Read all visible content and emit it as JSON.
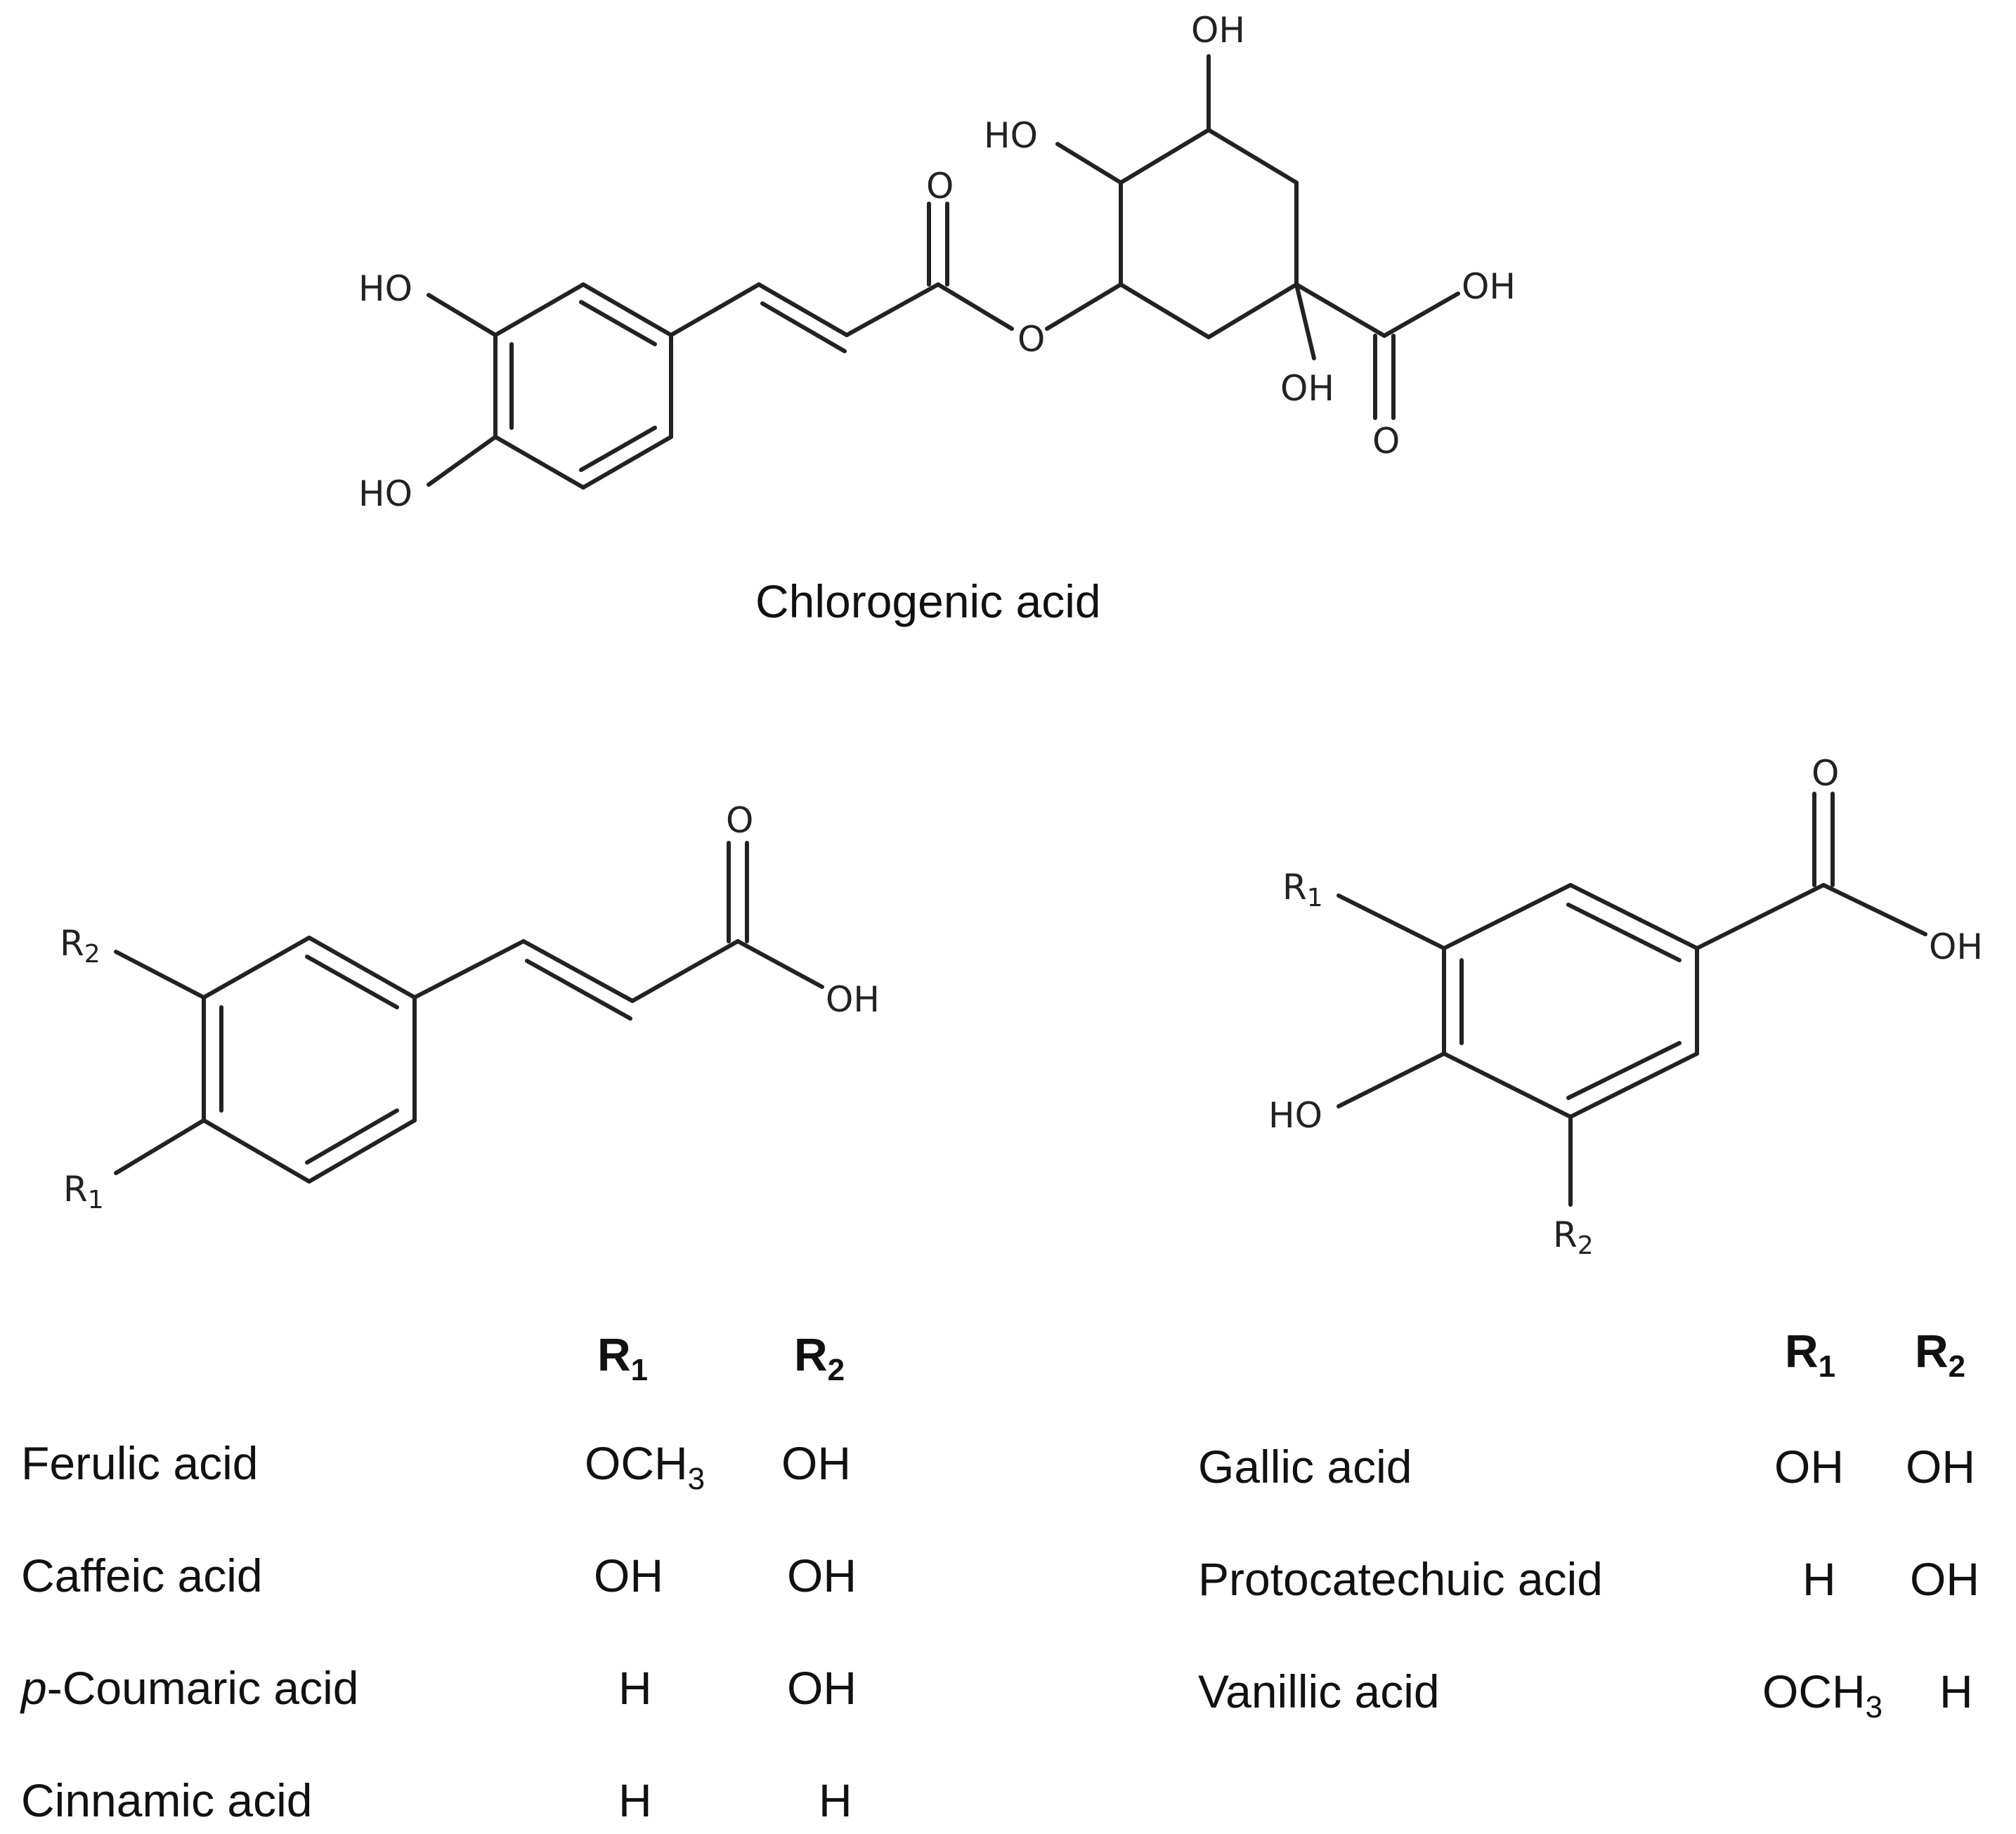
{
  "chlorogenic": {
    "caption": "Chlorogenic acid",
    "labels": {
      "ho_top": "HO",
      "ho_bottom": "HO",
      "o_carbonyl": "O",
      "o_ester": "O",
      "oh_top": "OH",
      "ho_ring": "HO",
      "oh_acid": "OH",
      "oh_quat": "OH",
      "o_acid": "O"
    }
  },
  "cinnamic_scaffold": {
    "labels": {
      "r2": "R",
      "r2_sub": "2",
      "r1": "R",
      "r1_sub": "1",
      "o": "O",
      "oh": "OH"
    }
  },
  "benzoic_scaffold": {
    "labels": {
      "r1": "R",
      "r1_sub": "1",
      "ho": "HO",
      "r2": "R",
      "r2_sub": "2",
      "o": "O",
      "oh": "OH"
    }
  },
  "left_table": {
    "head_r1": "R",
    "head_r1_sub": "1",
    "head_r2": "R",
    "head_r2_sub": "2",
    "rows": [
      {
        "prefix": "",
        "name": "Ferulic acid",
        "r1": "OCH",
        "r1_sub": "3",
        "r2": "OH"
      },
      {
        "prefix": "",
        "name": "Caffeic acid",
        "r1": "OH",
        "r1_sub": "",
        "r2": "OH"
      },
      {
        "prefix": "p",
        "name": "-Coumaric acid",
        "r1": "H",
        "r1_sub": "",
        "r2": "OH"
      },
      {
        "prefix": "",
        "name": "Cinnamic acid",
        "r1": "H",
        "r1_sub": "",
        "r2": "H"
      }
    ]
  },
  "right_table": {
    "head_r1": "R",
    "head_r1_sub": "1",
    "head_r2": "R",
    "head_r2_sub": "2",
    "rows": [
      {
        "name": "Gallic acid",
        "r1": "OH",
        "r1_sub": "",
        "r2": "OH"
      },
      {
        "name": "Protocatechuic acid",
        "r1": "H",
        "r1_sub": "",
        "r2": "OH"
      },
      {
        "name": "Vanillic acid",
        "r1": "OCH",
        "r1_sub": "3",
        "r2": "H"
      }
    ]
  }
}
